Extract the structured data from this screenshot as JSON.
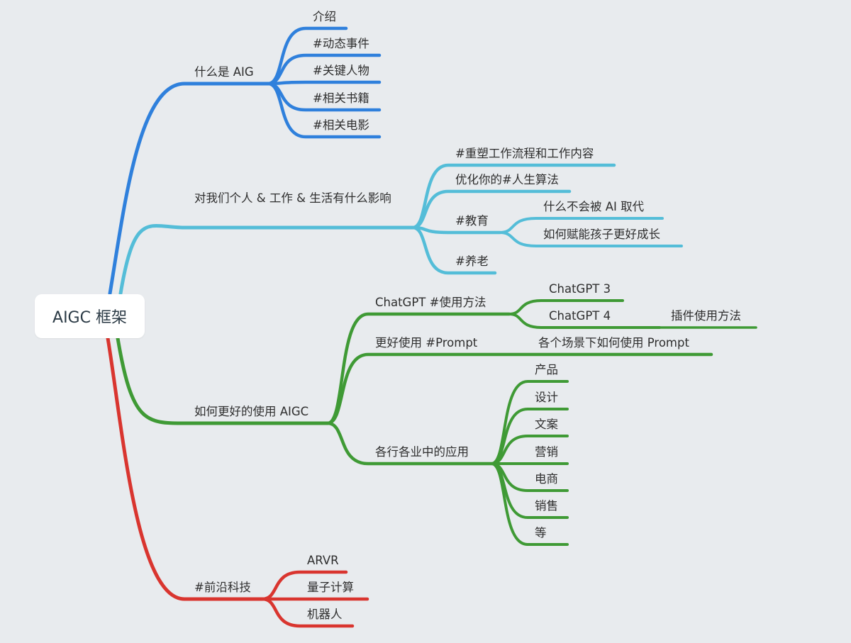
{
  "root": {
    "label": "AIGC 框架"
  },
  "colors": {
    "blue": "#2f80dc",
    "cyan": "#54bdd8",
    "green": "#3f9a35",
    "red": "#d9352f",
    "background": "#e8ebee"
  },
  "branches": [
    {
      "label": "什么是 AIG",
      "color": "blue",
      "children": [
        {
          "label": "介绍"
        },
        {
          "label": "#动态事件"
        },
        {
          "label": "#关键人物"
        },
        {
          "label": "#相关书籍"
        },
        {
          "label": "#相关电影"
        }
      ]
    },
    {
      "label": "对我们个人 & 工作 & 生活有什么影响",
      "color": "cyan",
      "children": [
        {
          "label": "#重塑工作流程和工作内容"
        },
        {
          "label": "优化你的#人生算法"
        },
        {
          "label": "#教育",
          "children": [
            {
              "label": "什么不会被 AI 取代"
            },
            {
              "label": "如何赋能孩子更好成长"
            }
          ]
        },
        {
          "label": "#养老"
        }
      ]
    },
    {
      "label": "如何更好的使用 AIGC",
      "color": "green",
      "children": [
        {
          "label": "ChatGPT #使用方法",
          "children": [
            {
              "label": "ChatGPT 3"
            },
            {
              "label": "ChatGPT 4",
              "children": [
                {
                  "label": "插件使用方法"
                }
              ]
            }
          ]
        },
        {
          "label": "更好使用 #Prompt",
          "children": [
            {
              "label": "各个场景下如何使用 Prompt"
            }
          ]
        },
        {
          "label": "各行各业中的应用",
          "children": [
            {
              "label": "产品"
            },
            {
              "label": "设计"
            },
            {
              "label": "文案"
            },
            {
              "label": "营销"
            },
            {
              "label": "电商"
            },
            {
              "label": "销售"
            },
            {
              "label": "等"
            }
          ]
        }
      ]
    },
    {
      "label": "#前沿科技",
      "color": "red",
      "children": [
        {
          "label": "ARVR"
        },
        {
          "label": "量子计算"
        },
        {
          "label": "机器人"
        }
      ]
    }
  ]
}
